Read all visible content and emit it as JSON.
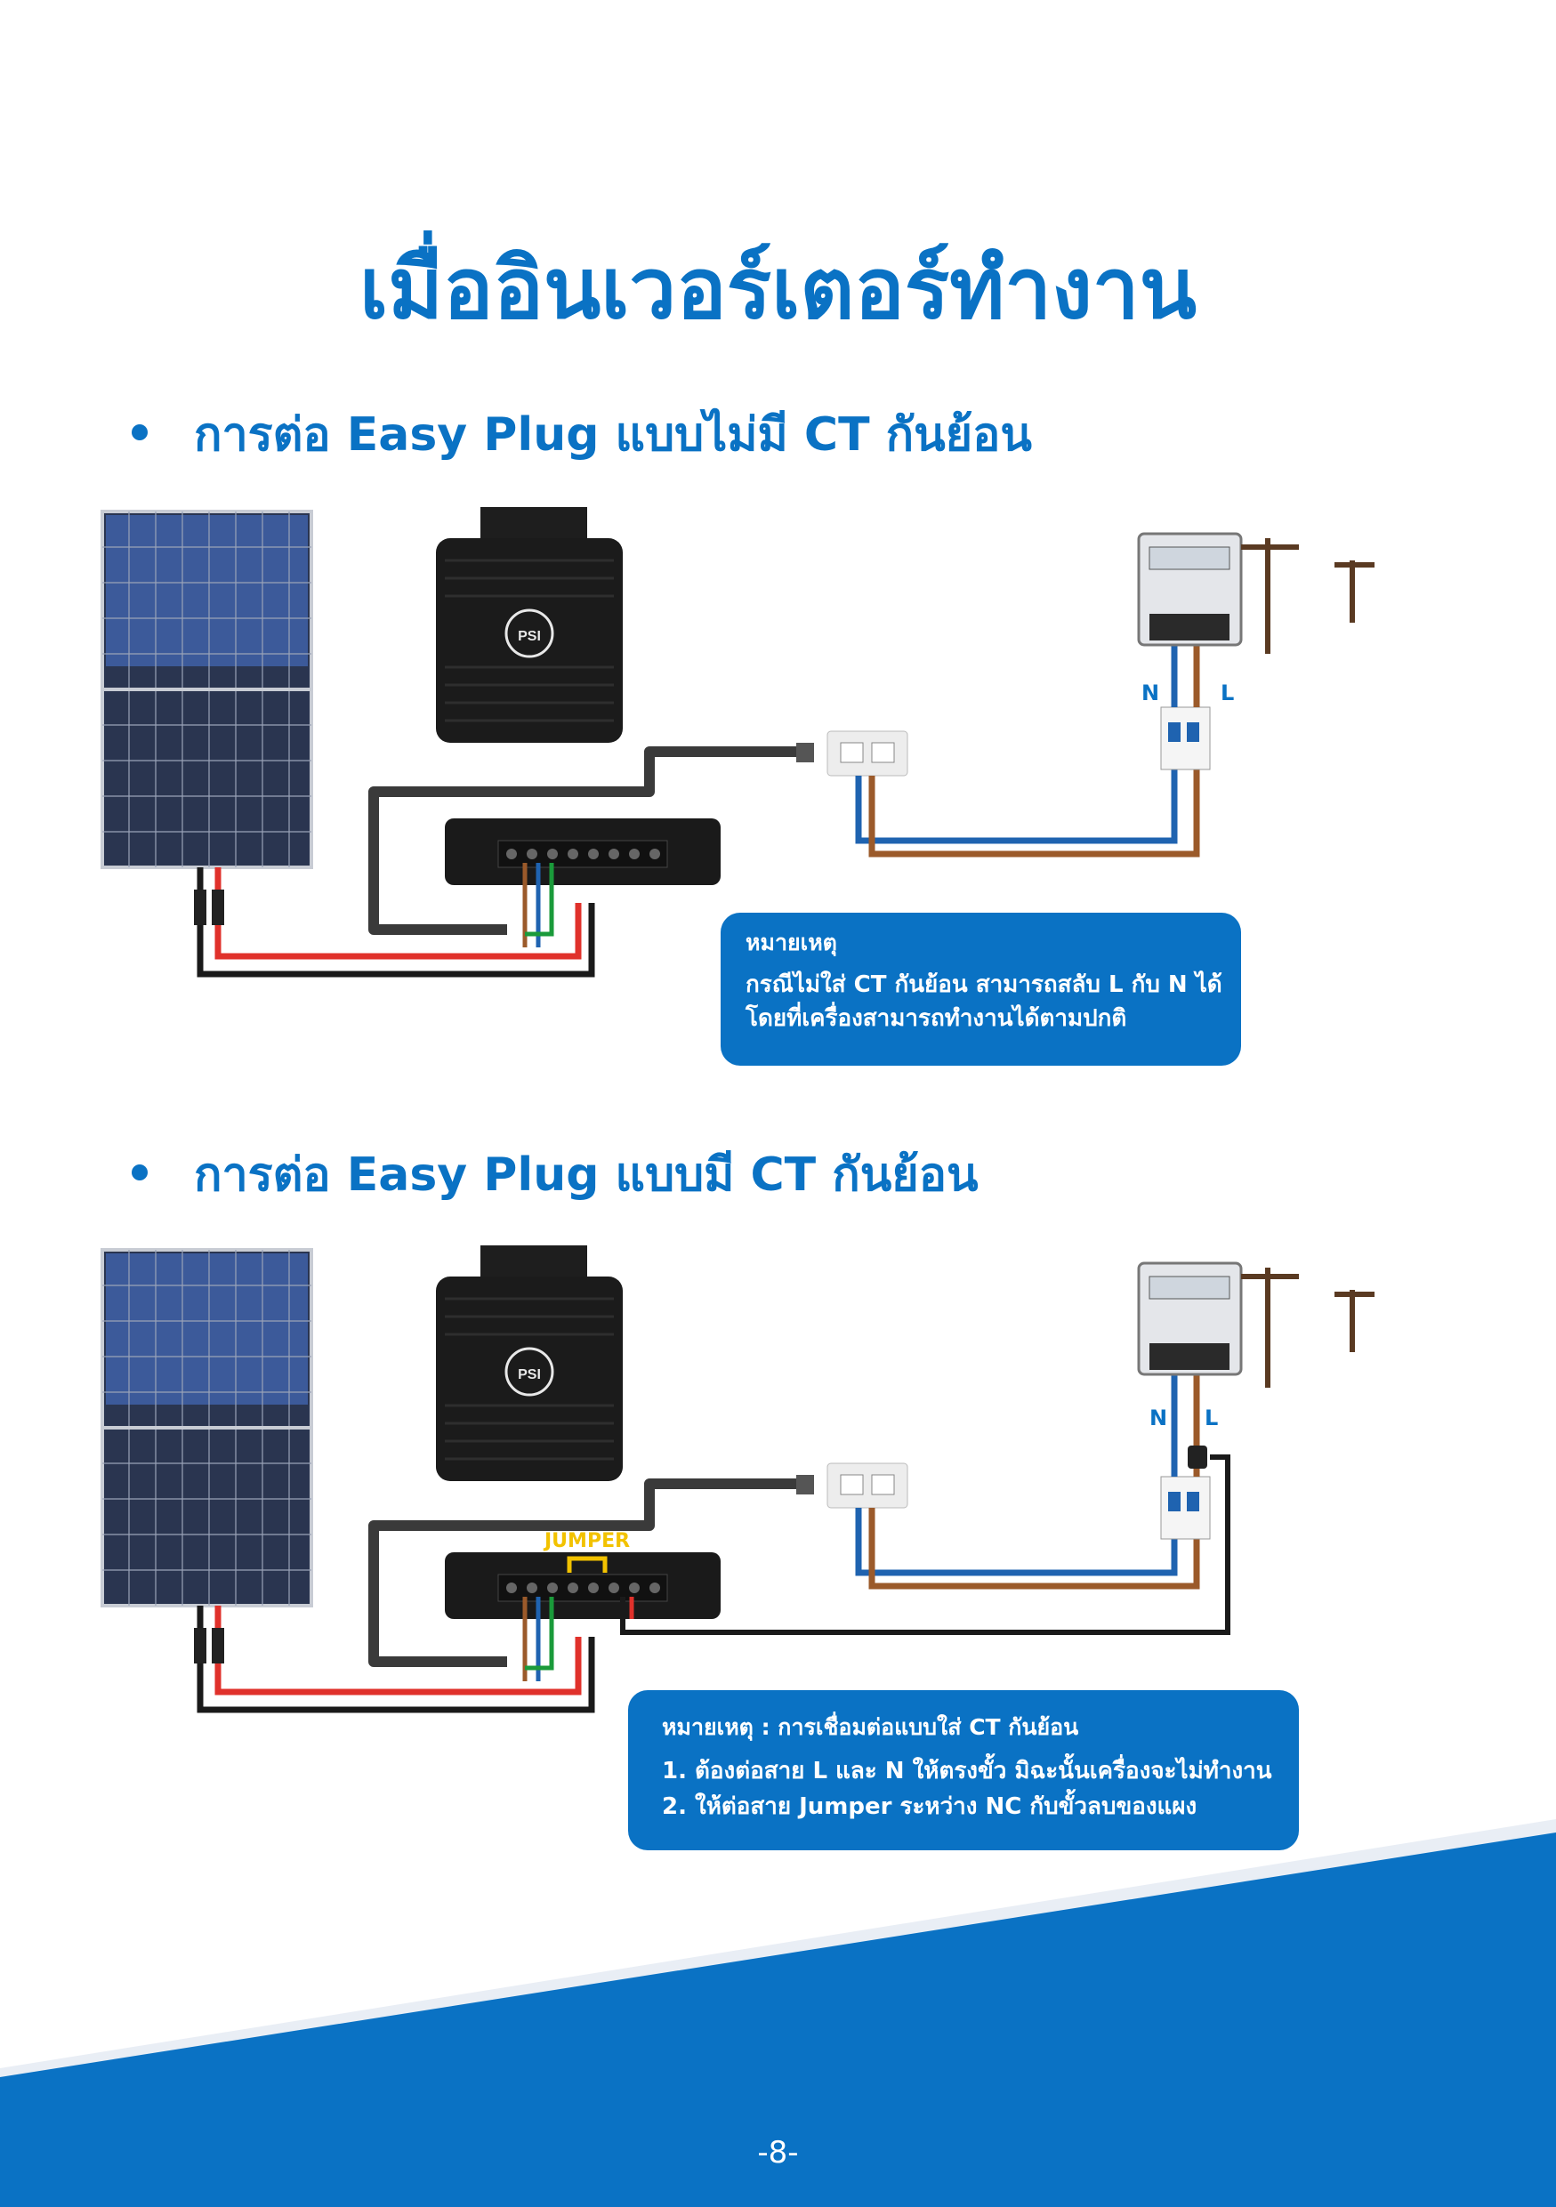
{
  "page_title": "เมื่ออินเวอร์เตอร์ทำงาน",
  "section1": {
    "heading": "การต่อ Easy Plug แบบไม่มี CT กันย้อน",
    "n_label": "N",
    "l_label": "L",
    "note_heading": "หมายเหตุ",
    "note_lines": [
      "กรณีไม่ใส่ CT กันย้อน สามารถสลับ L กับ N ได้",
      "โดยที่เครื่องสามารถทำงานได้ตามปกติ"
    ]
  },
  "section2": {
    "heading": "การต่อ Easy Plug แบบมี CT กันย้อน",
    "n_label": "N",
    "l_label": "L",
    "jumper_label": "JUMPER",
    "note_heading": "หมายเหตุ : การเชื่อมต่อแบบใส่ CT กันย้อน",
    "note_lines": [
      "1. ต้องต่อสาย L และ N ให้ตรงขั้ว มิฉะนั้นเครื่องจะไม่ทำงาน",
      "2. ให้ต่อสาย Jumper ระหว่าง NC กับขั้วลบของแผง"
    ]
  },
  "brand_logo": "PSI",
  "page_number": "-8-",
  "colors": {
    "brand_blue": "#0a72c4",
    "wire_red": "#e0312b",
    "wire_black": "#1a1a1a",
    "wire_blue": "#1f63b0",
    "wire_brown": "#9b5a2a",
    "wire_green": "#1a9a3a",
    "jumper_yellow": "#f2c200"
  }
}
